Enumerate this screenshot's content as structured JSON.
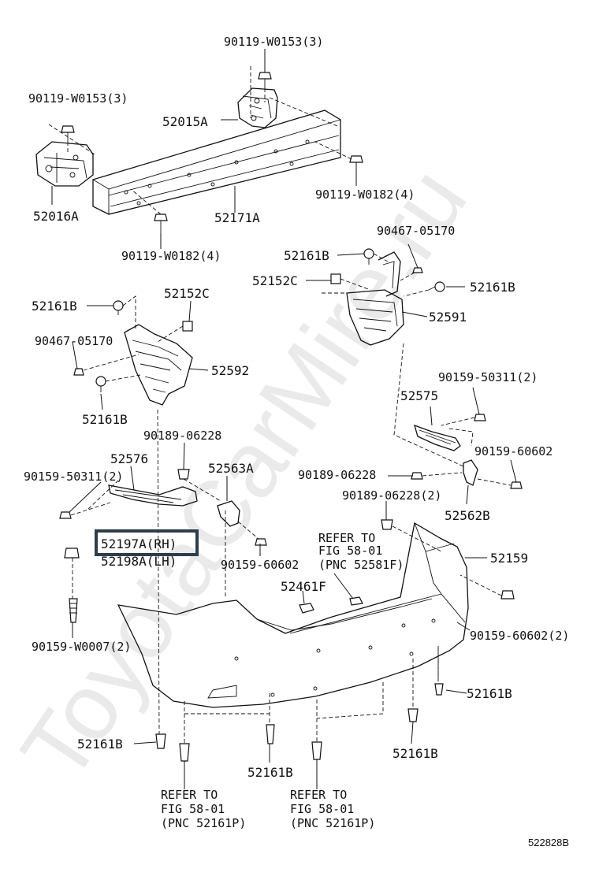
{
  "watermark": "ToyotaCarMire.ru",
  "diagram_code": "522828B",
  "labels": {
    "bolt_top": "90119-W0153(3)",
    "bolt_left": "90119-W0153(3)",
    "bracket_52015A": "52015A",
    "bracket_52016A": "52016A",
    "reinforcement": "52171A",
    "bolt_w0182_right": "90119-W0182(4)",
    "bolt_w0182_left": "90119-W0182(4)",
    "screw_05170_right": "90467-05170",
    "clip_52161B_r1": "52161B",
    "clip_52152C_right": "52152C",
    "clip_52161B_r2": "52161B",
    "support_52591": "52591",
    "clip_52161B_l1": "52161B",
    "clip_52152C_left": "52152C",
    "screw_05170_left": "90467-05170",
    "support_52592": "52592",
    "clip_52161B_l2": "52161B",
    "screw_50311_right": "90159-50311(2)",
    "bracket_52575": "52575",
    "screw_60602_right": "90159-60602",
    "clip_06228_center": "90189-06228",
    "bracket_52576": "52576",
    "bracket_52563A": "52563A",
    "screw_50311_left": "90159-50311(2)",
    "clip_06228_right": "90189-06228",
    "clip_06228_2": "90189-06228(2)",
    "bracket_52562B": "52562B",
    "pad_rh": "52197A(RH)",
    "pad_lh": "52198A(LH)",
    "refer_top_1": "REFER TO",
    "refer_top_2": "FIG 58-01",
    "refer_top_3": "(PNC 52581F)",
    "cover_52159": "52159",
    "screw_60602_left": "90159-60602",
    "cap_52461F": "52461F",
    "screw_w0007": "90159-W0007(2)",
    "screw_60602_2": "90159-60602(2)",
    "clip_52161B_b1": "52161B",
    "clip_52161B_b2": "52161B",
    "clip_52161B_b3": "52161B",
    "clip_52161B_b4": "52161B",
    "refer_bl_1": "REFER TO",
    "refer_bl_2": "FIG 58-01",
    "refer_bl_3": "(PNC 52161P)",
    "refer_br_1": "REFER TO",
    "refer_br_2": "FIG 58-01",
    "refer_br_3": "(PNC 52161P)"
  }
}
